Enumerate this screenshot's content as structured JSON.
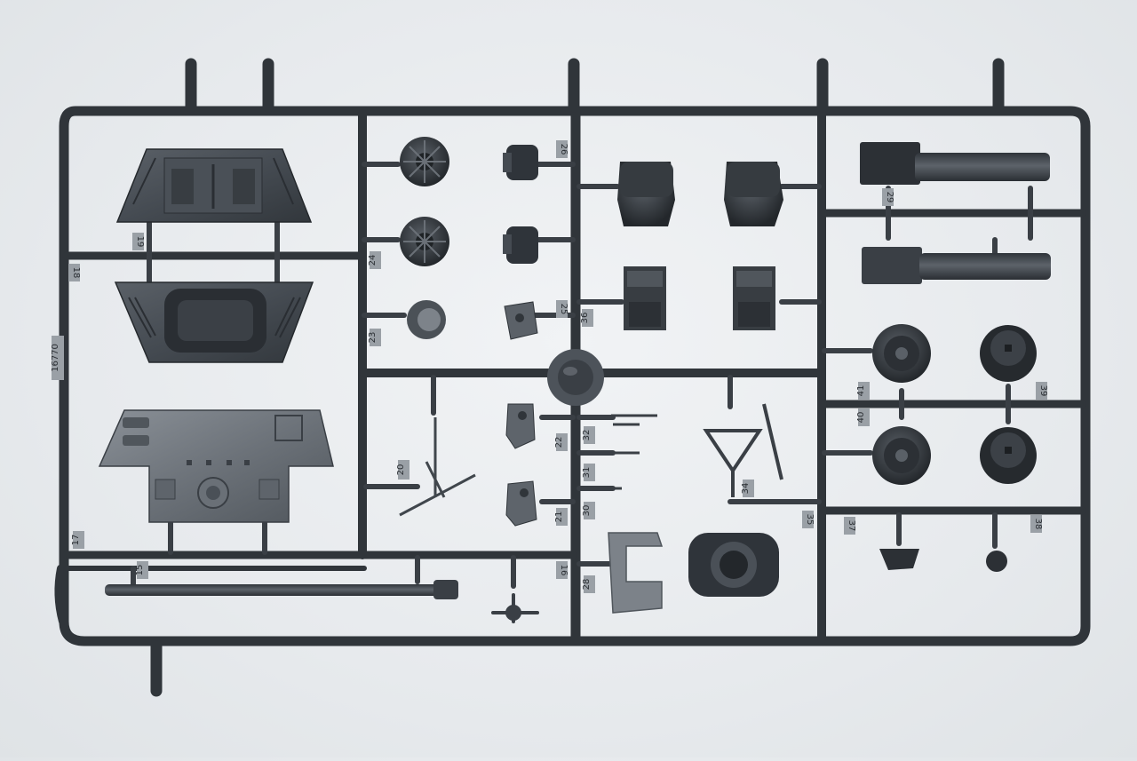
{
  "photo": {
    "subject": "plastic-model-sprue",
    "sprue_code": "16770",
    "part_numbers": [
      "15",
      "16",
      "17",
      "18",
      "19",
      "20",
      "21",
      "22",
      "23",
      "24",
      "25",
      "26",
      "28",
      "29",
      "30",
      "31",
      "32",
      "34",
      "35",
      "36",
      "37",
      "38",
      "39",
      "40",
      "41"
    ],
    "colors": {
      "background": "#e6e9ec",
      "plastic": "#3d4248",
      "plastic_light": "#5b6168",
      "plastic_dark": "#24282c",
      "tag": "#9aa0a6"
    }
  }
}
